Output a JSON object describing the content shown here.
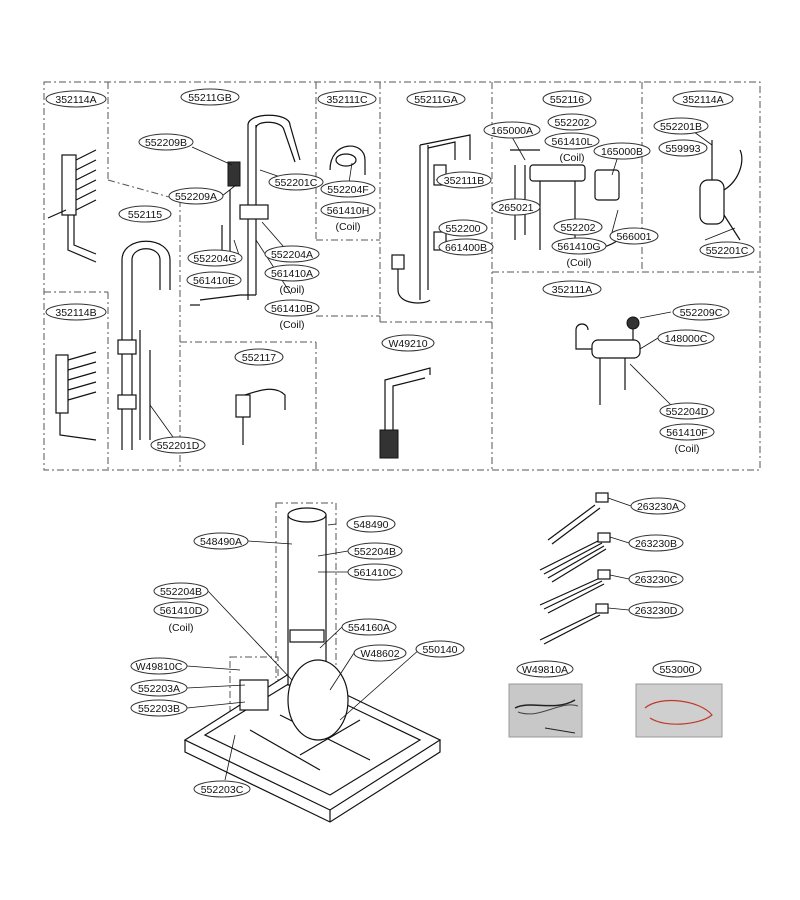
{
  "labels": {
    "g352114A_top": "352114A",
    "g55211GB": "55211GB",
    "g352111C": "352111C",
    "g55211GA": "55211GA",
    "g552116": "552116",
    "g352114A_right": "352114A",
    "p552209B": "552209B",
    "p552209A": "552209A",
    "p552201C_mid": "552201C",
    "p552115": "552115",
    "p552204G": "552204G",
    "p552204A": "552204A",
    "p561410A": "561410A",
    "p561410E": "561410E",
    "p561410B": "561410B",
    "p552204F": "552204F",
    "p561410H": "561410H",
    "p352111B": "352111B",
    "p552200": "552200",
    "p661400B": "661400B",
    "p165000A": "165000A",
    "p552202_top": "552202",
    "p561410L": "561410L",
    "p165000B": "165000B",
    "p265021": "265021",
    "p552202_bot": "552202",
    "p561410G": "561410G",
    "p566001": "566001",
    "p552201B": "552201B",
    "p559993": "559993",
    "p552201C_right": "552201C",
    "g352114B": "352114B",
    "p552201D": "552201D",
    "g552117": "552117",
    "gW49210": "W49210",
    "g352111A": "352111A",
    "p552209C": "552209C",
    "p148000C": "148000C",
    "p552204D": "552204D",
    "p561410F": "561410F",
    "p548490": "548490",
    "p548490A": "548490A",
    "p552204B_right": "552204B",
    "p561410C": "561410C",
    "p552204B_left": "552204B",
    "p561410D": "561410D",
    "p554160A": "554160A",
    "p550140": "550140",
    "pW48602": "W48602",
    "pW49810C": "W49810C",
    "p552203A": "552203A",
    "p552203B": "552203B",
    "p552203C": "552203C",
    "p263230A": "263230A",
    "p263230B": "263230B",
    "p263230C": "263230C",
    "p263230D": "263230D",
    "gW49810A": "W49810A",
    "g553000": "553000"
  },
  "coil_text": "(Coil)"
}
